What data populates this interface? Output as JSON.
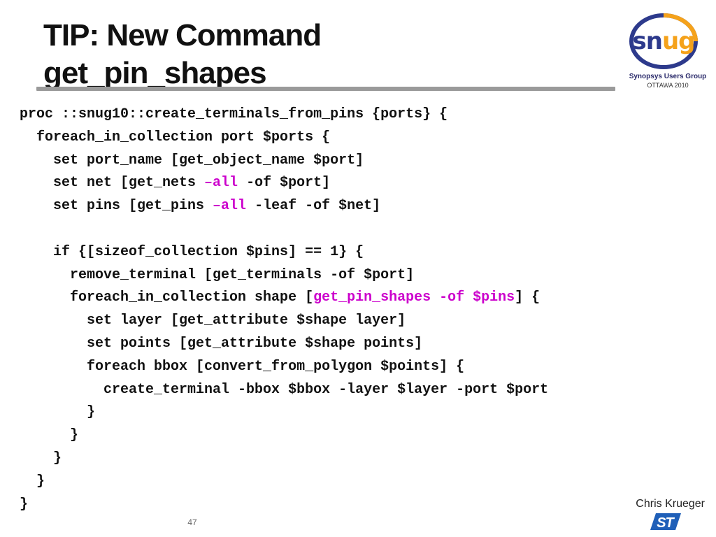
{
  "slide": {
    "title_line1": "TIP: New Command",
    "title_line2": "get_pin_shapes",
    "page_number": "47",
    "author": "Chris Krueger"
  },
  "logo": {
    "text_part1": "sn",
    "text_part2": "ug",
    "subtitle": "Synopsys Users Group",
    "event": "OTTAWA 2010",
    "colors": {
      "navy": "#2d3a8c",
      "orange": "#f5a21b"
    }
  },
  "footer_logo": {
    "icon": "st-logo-icon",
    "color": "#1f5fb8"
  },
  "code": {
    "highlight_color": "#cc00cc",
    "lines": [
      [
        {
          "t": "proc ::snug10::create_terminals_from_pins {ports} {",
          "hl": false
        }
      ],
      [
        {
          "t": "  foreach_in_collection port $ports {",
          "hl": false
        }
      ],
      [
        {
          "t": "    set port_name [get_object_name $port]",
          "hl": false
        }
      ],
      [
        {
          "t": "    set net [get_nets ",
          "hl": false
        },
        {
          "t": "–all",
          "hl": true
        },
        {
          "t": " -of $port]",
          "hl": false
        }
      ],
      [
        {
          "t": "    set pins [get_pins ",
          "hl": false
        },
        {
          "t": "–all",
          "hl": true
        },
        {
          "t": " -leaf -of $net]",
          "hl": false
        }
      ],
      [
        {
          "t": "",
          "hl": false
        }
      ],
      [
        {
          "t": "    if {[sizeof_collection $pins] == 1} {",
          "hl": false
        }
      ],
      [
        {
          "t": "      remove_terminal [get_terminals -of $port]",
          "hl": false
        }
      ],
      [
        {
          "t": "      foreach_in_collection shape [",
          "hl": false
        },
        {
          "t": "get_pin_shapes -of $pins",
          "hl": true
        },
        {
          "t": "] {",
          "hl": false
        }
      ],
      [
        {
          "t": "        set layer [get_attribute $shape layer]",
          "hl": false
        }
      ],
      [
        {
          "t": "        set points [get_attribute $shape points]",
          "hl": false
        }
      ],
      [
        {
          "t": "        foreach bbox [convert_from_polygon $points] {",
          "hl": false
        }
      ],
      [
        {
          "t": "          create_terminal -bbox $bbox -layer $layer -port $port",
          "hl": false
        }
      ],
      [
        {
          "t": "        }",
          "hl": false
        }
      ],
      [
        {
          "t": "      }",
          "hl": false
        }
      ],
      [
        {
          "t": "    }",
          "hl": false
        }
      ],
      [
        {
          "t": "  }",
          "hl": false
        }
      ],
      [
        {
          "t": "}",
          "hl": false
        }
      ]
    ]
  }
}
